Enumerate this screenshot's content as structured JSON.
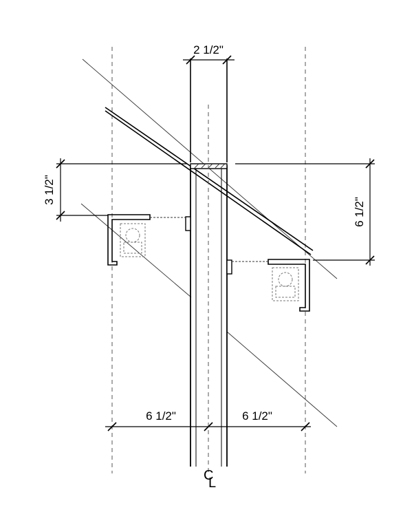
{
  "dimensions": {
    "top_width": "2 1/2\"",
    "left_vertical": "3 1/2\"",
    "right_vertical": "6 1/2\"",
    "bottom_left": "6 1/2\"",
    "bottom_right": "6 1/2\""
  },
  "centerline_symbol": "CL"
}
